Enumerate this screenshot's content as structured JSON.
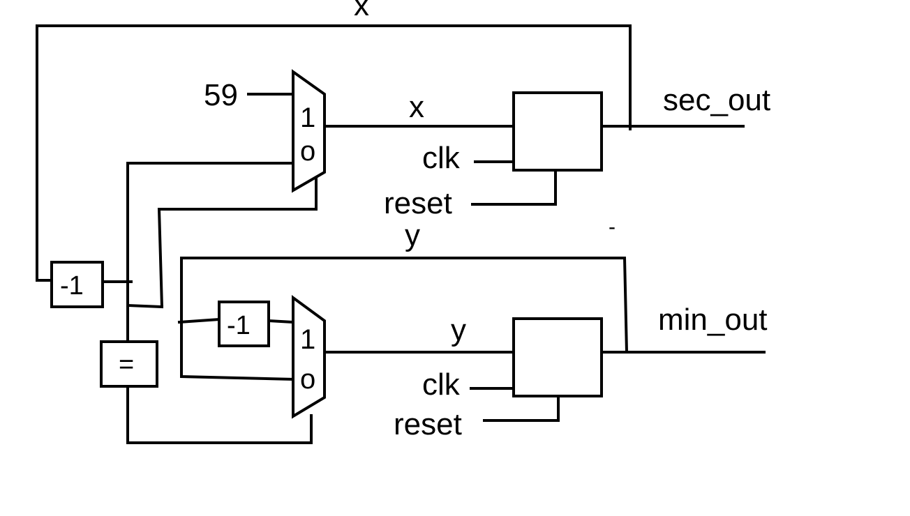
{
  "diagram": {
    "labels": {
      "top_feedback": "x",
      "const_59": "59",
      "x_wire": "x",
      "clk_1": "clk",
      "reset_1": "reset",
      "sec_out": "sec_out",
      "dash": "-",
      "y_feedback": "y",
      "y_wire": "y",
      "min_out": "min_out",
      "clk_2": "clk",
      "reset_2": "reset"
    },
    "blocks": {
      "dec_left": "-1",
      "dec_mid": "-1",
      "compare": "="
    },
    "mux_top": {
      "in1": "1",
      "in0": "o"
    },
    "mux_bottom": {
      "in1": "1",
      "in0": "o"
    }
  }
}
